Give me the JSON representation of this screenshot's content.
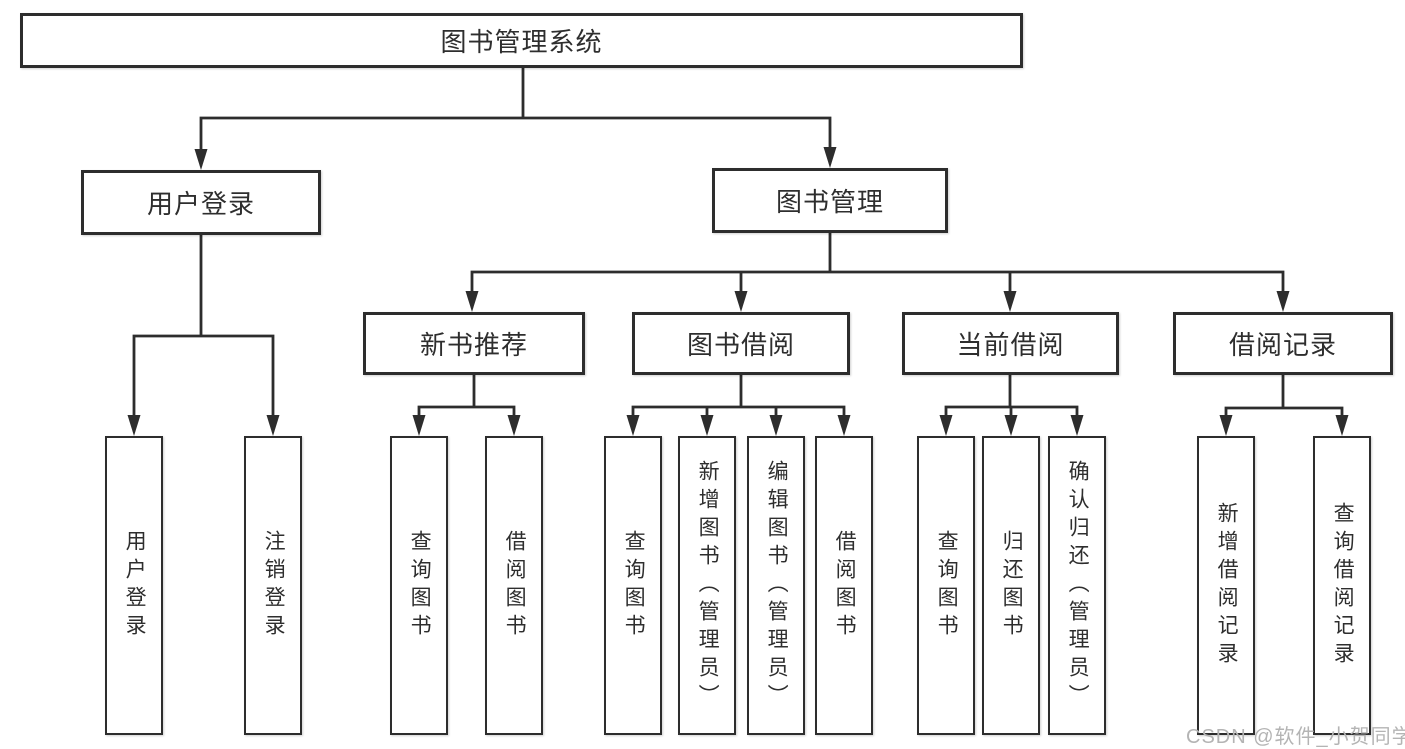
{
  "tree": {
    "label": "图书管理系统",
    "children": [
      {
        "label": "用户登录",
        "children": [
          {
            "label": "用户登录"
          },
          {
            "label": "注销登录"
          }
        ]
      },
      {
        "label": "图书管理",
        "children": [
          {
            "label": "新书推荐",
            "children": [
              {
                "label": "查询图书"
              },
              {
                "label": "借阅图书"
              }
            ]
          },
          {
            "label": "图书借阅",
            "children": [
              {
                "label": "查询图书"
              },
              {
                "label": "新增图书（管理员）"
              },
              {
                "label": "编辑图书（管理员）"
              },
              {
                "label": "借阅图书"
              }
            ]
          },
          {
            "label": "当前借阅",
            "children": [
              {
                "label": "查询图书"
              },
              {
                "label": "归还图书"
              },
              {
                "label": "确认归还（管理员）"
              }
            ]
          },
          {
            "label": "借阅记录",
            "children": [
              {
                "label": "新增借阅记录"
              },
              {
                "label": "查询借阅记录"
              }
            ]
          }
        ]
      }
    ]
  },
  "watermark": {
    "text": "CSDN @软件_小贺同学",
    "color": "#b4b4b4"
  },
  "colors": {
    "line": "#2d2d2d",
    "box_border": "#2d2d2d",
    "text": "#2e2e2e",
    "background": "#ffffff"
  }
}
